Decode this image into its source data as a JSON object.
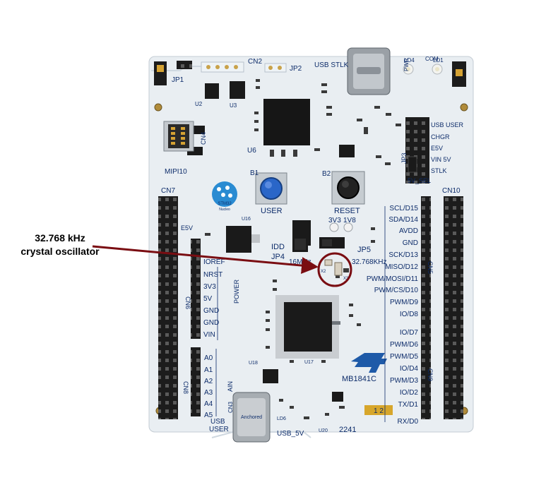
{
  "annotation": {
    "line1": "32.768 kHz",
    "line2": "crystal oscillator",
    "arrow_color": "#7a0d12"
  },
  "board": {
    "colors": {
      "pcb": "#e9eef2",
      "silk": "#0d2c6a",
      "header": "#1c1c1c",
      "st_logo": "#1e5aa8",
      "label_gold": "#d7a62b"
    },
    "top_labels": {
      "cn2": "CN2",
      "jp2": "JP2",
      "usb_stlk": "USB STLK",
      "pwr": "PWR",
      "com": "COM",
      "ld4": "LD4",
      "ld1": "LD1",
      "u2": "U2",
      "u3": "U3",
      "u6": "U6",
      "jp1": "JP1"
    },
    "left_labels": {
      "cn4": "CN4",
      "mipi10": "MIPI10",
      "cn7": "CN7",
      "e5v": "E5V",
      "stm32": "STM32",
      "nucleo": "Nucleo",
      "cn6": "CN6",
      "power": "POWER",
      "cn8": "CN8",
      "ain": "AIN",
      "u16": "U16",
      "u18": "U18"
    },
    "power_pins": [
      "IOREF",
      "NRST",
      "3V3",
      "5V",
      "GND",
      "GND",
      "VIN"
    ],
    "analog_pins": [
      "A0",
      "A1",
      "A2",
      "A3",
      "A4",
      "A5"
    ],
    "center_labels": {
      "b1": "B1",
      "user": "USER",
      "b2": "B2",
      "reset": "RESET",
      "idd": "IDD",
      "jp4": "JP4",
      "jp5": "JP5",
      "mhz16": "16MHz",
      "v3v3": "3V3",
      "v1v8": "1V8",
      "khz": "32.768KHz",
      "x2": "X2",
      "x3": "X3",
      "u17": "U17",
      "u20": "U20",
      "ld6": "LD6"
    },
    "right_labels": {
      "usb_user_top": "USB USER",
      "chgr": "CHGR",
      "e5v": "E5V",
      "vin5v": "VIN 5V",
      "stlk": "STLK",
      "jp3": "JP3",
      "sel": "5V_SEL",
      "cn10": "CN10",
      "cn5": "CN5",
      "cn9": "CN9"
    },
    "digital_pins": [
      "SCL/D15",
      "SDA/D14",
      "AVDD",
      "GND",
      "SCK/D13",
      "MISO/D12",
      "PWM/MOSI/D11",
      "PWM/CS/D10",
      "PWM/D9",
      "IO/D8",
      "IO/D7",
      "PWM/D6",
      "PWM/D5",
      "IO/D4",
      "PWM/D3",
      "IO/D2",
      "TX/D1",
      "RX/D0"
    ],
    "bottom_labels": {
      "usb": "USB",
      "user": "USER",
      "cn3": "CN3",
      "usb_5v": "USB_5V",
      "board_id": "MB1841C",
      "date_code": "2241",
      "gold_tag": "1 2",
      "anchor": "Anchored"
    }
  }
}
